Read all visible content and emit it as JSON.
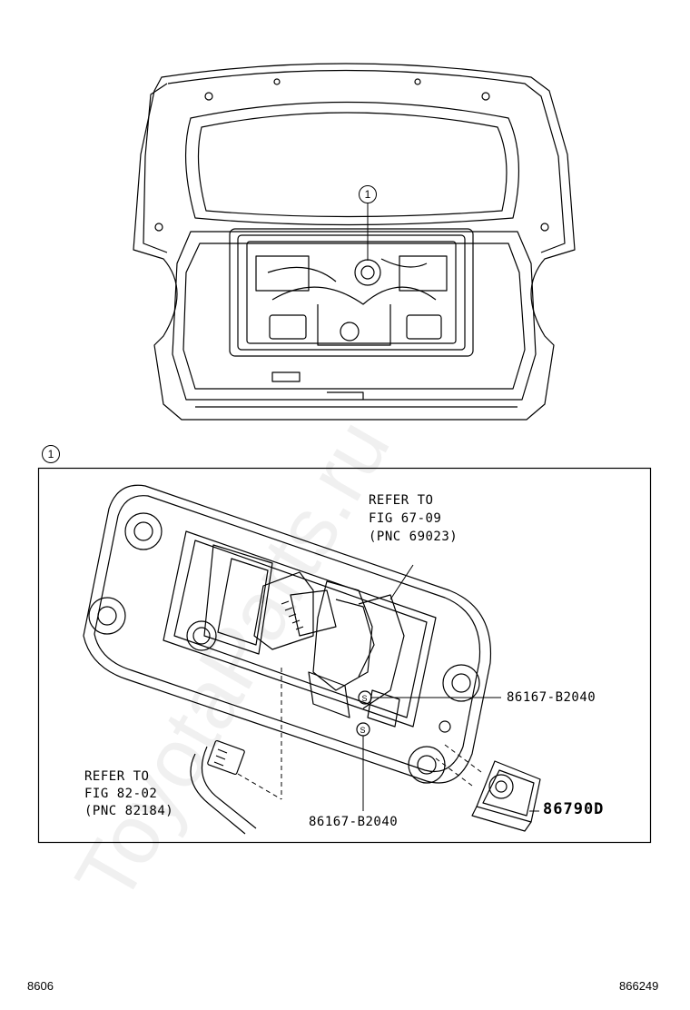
{
  "watermark": "ToyotaParts.ru",
  "callout": {
    "number": "1"
  },
  "refer_top": {
    "line1": "REFER TO",
    "line2": "FIG 67-09",
    "line3": "(PNC 69023)"
  },
  "refer_left": {
    "line1": "REFER TO",
    "line2": "FIG 82-02",
    "line3": "(PNC 82184)"
  },
  "parts": {
    "screw_upper": "86167-B2040",
    "screw_lower": "86167-B2040",
    "camera": "86790D"
  },
  "footer": {
    "left": "8606",
    "right": "866249"
  }
}
